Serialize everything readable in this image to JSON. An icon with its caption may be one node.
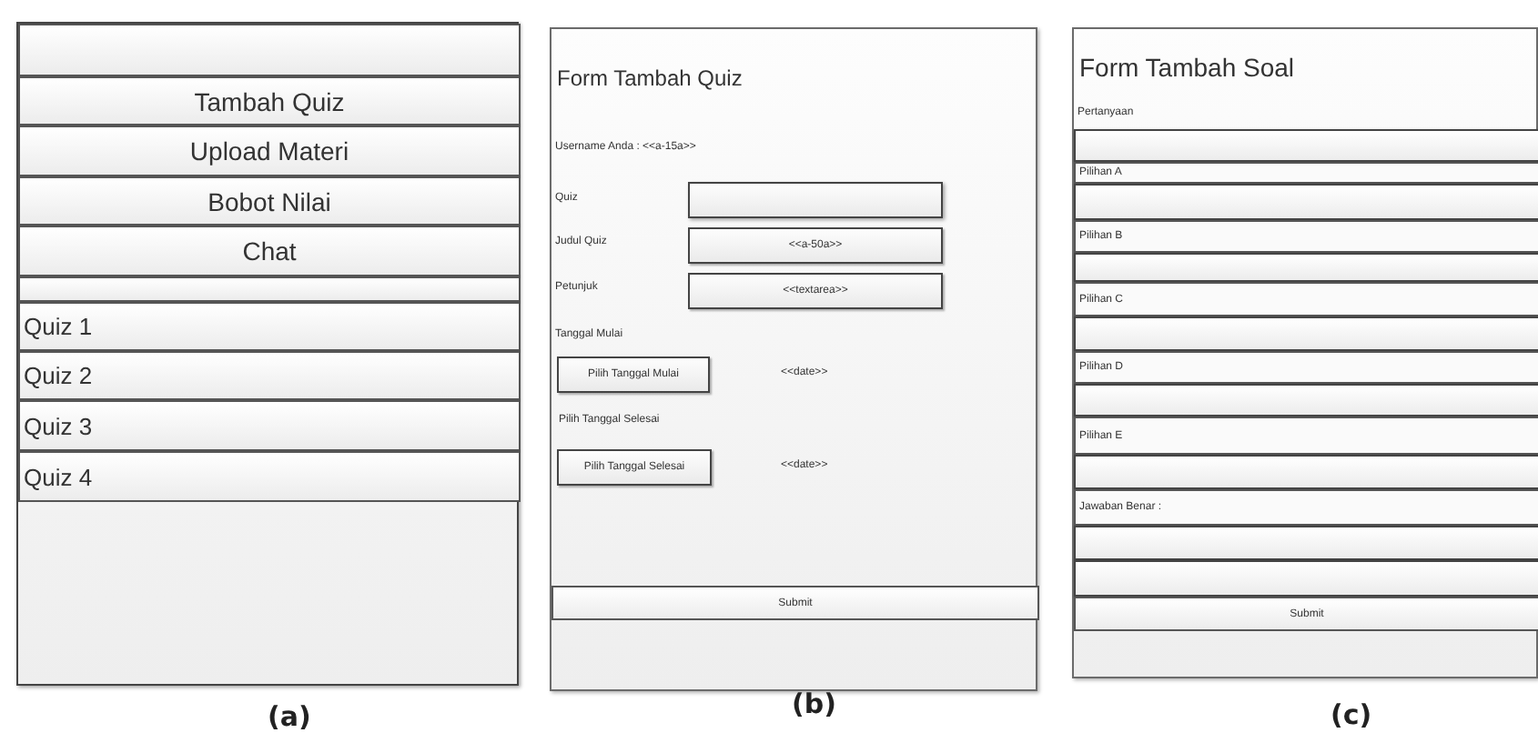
{
  "diagram": {
    "nodes": [
      {
        "text": [],
        "shape": "box",
        "beside": [
          "(a)"
        ]
      },
      {
        "text": [],
        "shape": "bar",
        "in": 0
      },
      {
        "text": [
          "Tambah Quiz"
        ],
        "in": 0
      },
      {
        "text": [
          "Upload Materi"
        ],
        "in": 0
      },
      {
        "text": [
          "Bobot Nilai"
        ],
        "in": 0
      },
      {
        "text": [
          "Chat"
        ],
        "in": 0
      },
      {
        "text": [],
        "shape": "bar",
        "in": 0
      },
      {
        "text": [
          "Quiz 1"
        ],
        "in": 0
      },
      {
        "text": [
          "Quiz 2"
        ],
        "in": 0
      },
      {
        "text": [
          "Quiz 3"
        ],
        "in": 0
      },
      {
        "text": [
          "Quiz 4"
        ],
        "in": 0
      },
      {
        "text": [
          "Form Tambah Quiz",
          "Username Anda : <<a-15a>>",
          "Quiz",
          "Judul Quiz",
          "Petunjuk",
          "Tanggal Mulai",
          "<<date>>",
          "Pilih Tanggal Selesai",
          "<<date>>"
        ],
        "beside": [
          "(b)"
        ]
      },
      {
        "text": [],
        "shape": "box",
        "in": 11
      },
      {
        "text": [
          "<<a-50a>>"
        ],
        "in": 11
      },
      {
        "text": [
          "<<textarea>>"
        ],
        "in": 11
      },
      {
        "text": [
          "Pilih Tanggal Mulai"
        ],
        "in": 11
      },
      {
        "text": [
          "Pilih Tanggal Selesai"
        ],
        "in": 11
      },
      {
        "text": [
          "Submit"
        ],
        "in": 11
      },
      {
        "text": [
          "Form Tambah Soal",
          "Pertanyaan"
        ],
        "beside": [
          "(c)"
        ]
      },
      {
        "text": [],
        "shape": "box",
        "in": 18
      },
      {
        "text": [
          "Pilihan A"
        ],
        "in": 18
      },
      {
        "text": [],
        "shape": "box",
        "in": 18
      },
      {
        "text": [
          "Pilihan B"
        ],
        "in": 18
      },
      {
        "text": [],
        "shape": "box",
        "in": 18
      },
      {
        "text": [
          "Pilihan C"
        ],
        "in": 18
      },
      {
        "text": [],
        "shape": "box",
        "in": 18
      },
      {
        "text": [
          "Pilihan D"
        ],
        "in": 18
      },
      {
        "text": [],
        "shape": "box",
        "in": 18
      },
      {
        "text": [
          "Pilihan E"
        ],
        "in": 18
      },
      {
        "text": [],
        "shape": "box",
        "in": 18
      },
      {
        "text": [
          "Jawaban Benar :"
        ],
        "in": 18
      },
      {
        "text": [],
        "shape": "box",
        "in": 18
      },
      {
        "text": [],
        "shape": "box",
        "in": 18
      },
      {
        "text": [
          "Submit"
        ],
        "in": 18
      }
    ],
    "edges": []
  }
}
